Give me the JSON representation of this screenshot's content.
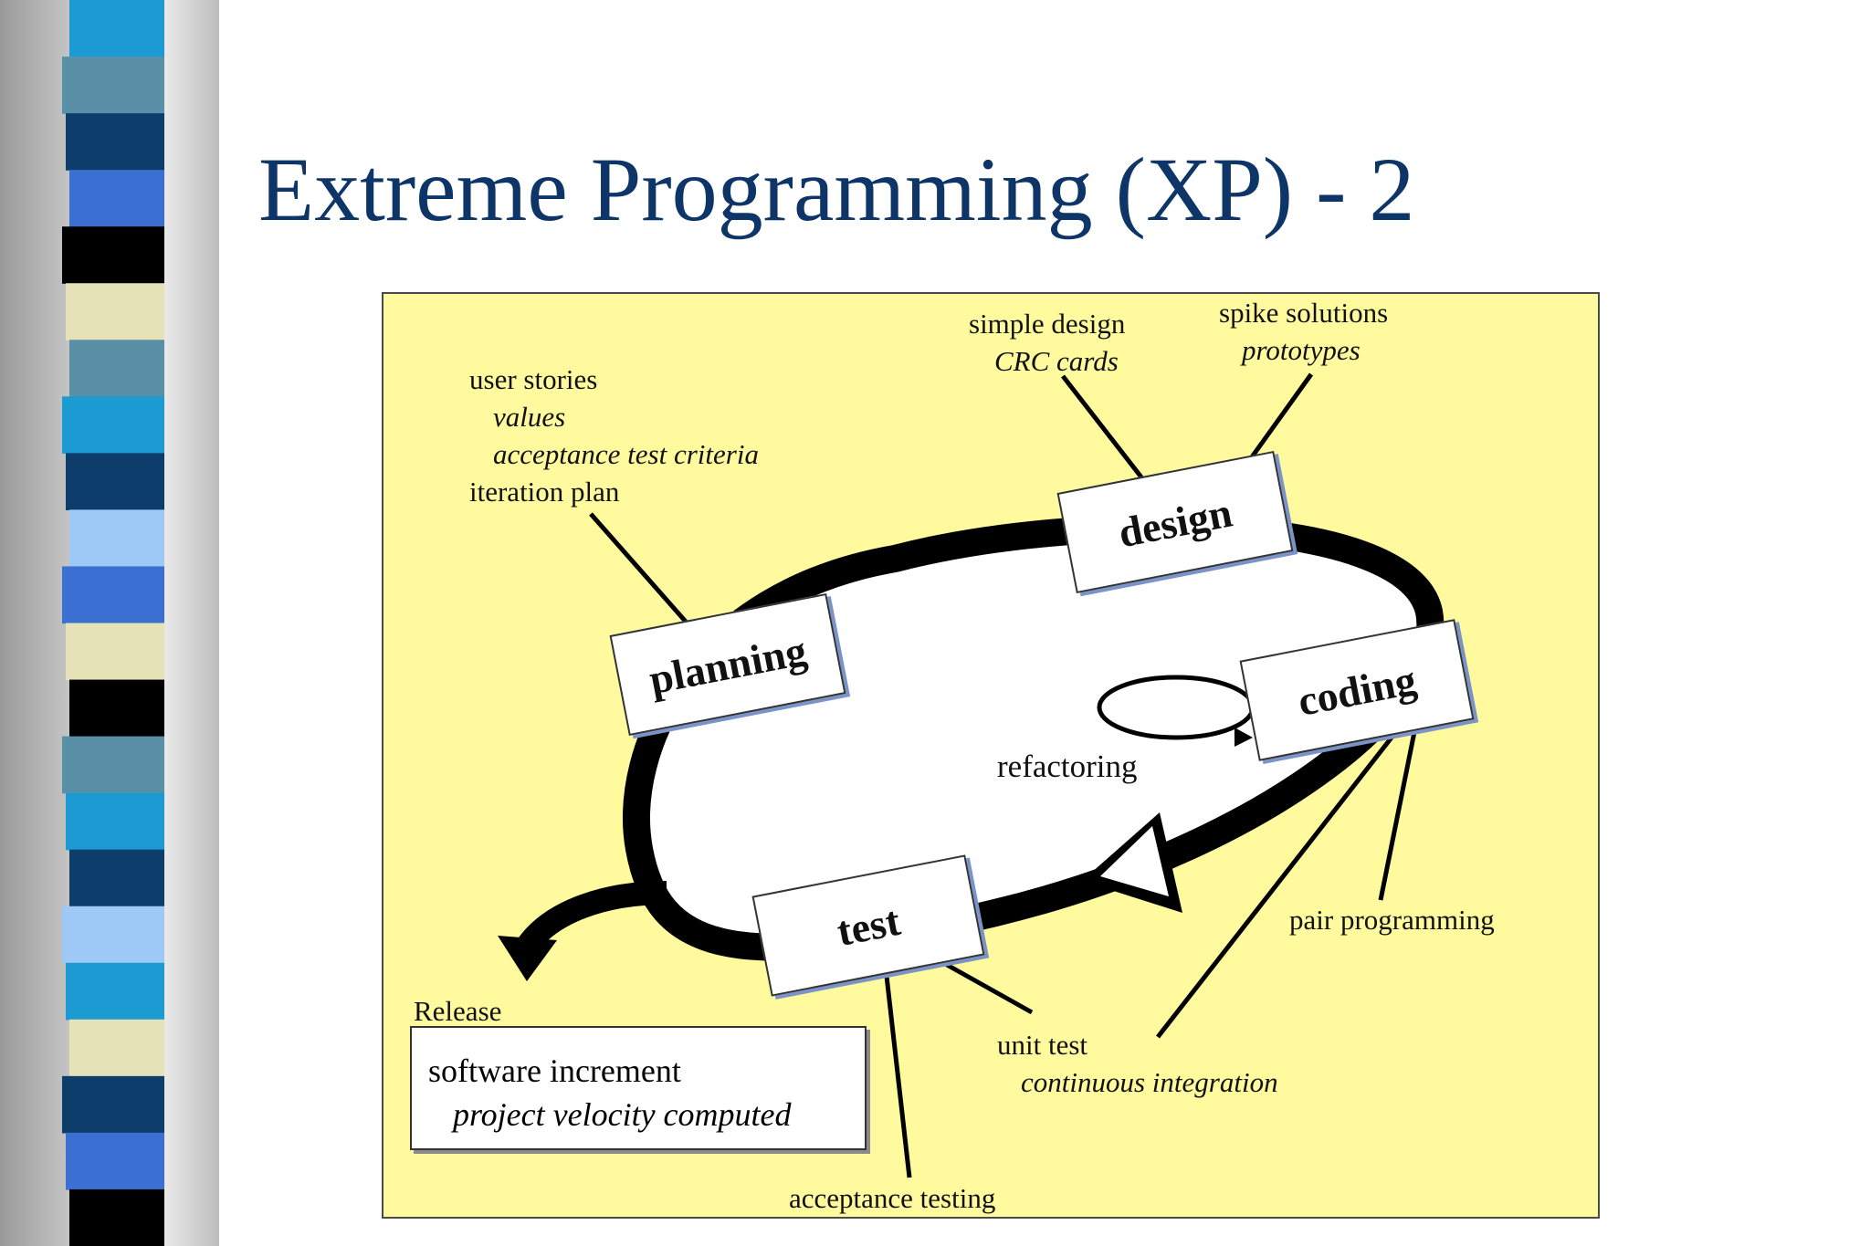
{
  "slide": {
    "title": "Extreme Programming (XP) - 2",
    "accent_title_color": "#0e3567",
    "diagram_background": "#fffa9e",
    "stripe_colors": [
      "#1b9bd1",
      "#5a8fa8",
      "#0d3d6b",
      "#3b6fd2",
      "#000000",
      "#e6e2b8",
      "#5a8fa8",
      "#1b9bd1",
      "#0d3d6b",
      "#9ec8f5",
      "#3b6fd2",
      "#e6e2b8",
      "#000000",
      "#5a8fa8",
      "#1b9bd1",
      "#0d3d6b",
      "#9ec8f5",
      "#1b9bd1",
      "#e6e2b8",
      "#0d3d6b",
      "#3b6fd2",
      "#000000"
    ]
  },
  "diagram": {
    "phases": {
      "planning": "planning",
      "design": "design",
      "coding": "coding",
      "test": "test"
    },
    "notes": {
      "planning_1": "user stories",
      "planning_2": "values",
      "planning_3": "acceptance test criteria",
      "planning_4": "iteration plan",
      "design_1": "simple design",
      "design_2": "CRC cards",
      "spike_1": "spike solutions",
      "spike_2": "prototypes",
      "refactoring": "refactoring",
      "pair": "pair programming",
      "unit_test": "unit test",
      "continuous": "continuous integration",
      "acceptance": "acceptance testing"
    },
    "release": {
      "label": "Release",
      "line1": "software increment",
      "line2": "project velocity computed"
    }
  }
}
